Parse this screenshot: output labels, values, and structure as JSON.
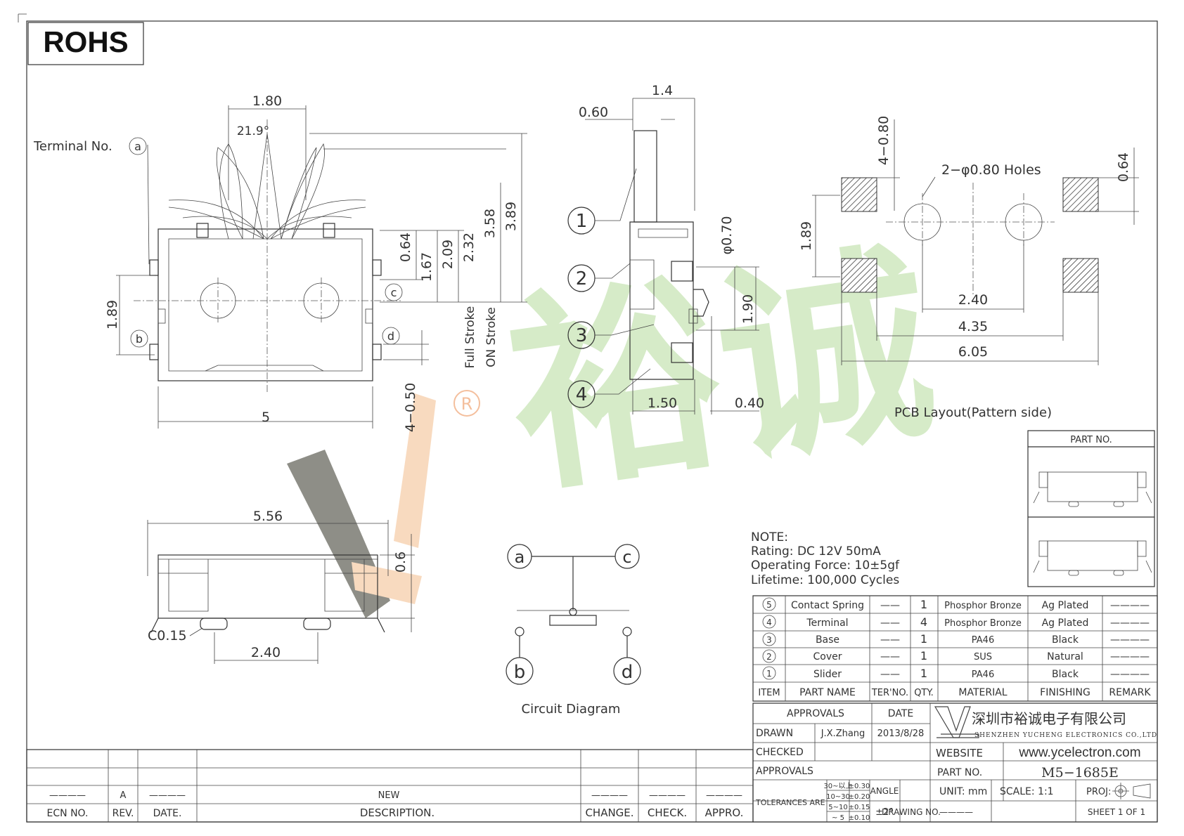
{
  "rohs_label": "ROHS",
  "top_view": {
    "terminal_no": "Terminal No.",
    "term_a": "a",
    "term_b": "b",
    "term_c": "c",
    "term_d": "d",
    "angle": "21.9°",
    "dims": {
      "w180": "1.80",
      "h064": "0.64",
      "h167": "1.67",
      "h209": "2.09",
      "h232": "2.32",
      "h358": "3.58",
      "h389": "3.89",
      "h189": "1.89",
      "w5": "5",
      "h450": "4−0.50"
    },
    "full_stroke": "Full Stroke",
    "on_stroke": "ON Stroke"
  },
  "side_view": {
    "dims": {
      "w14": "1.4",
      "w060": "0.60",
      "phi070": "φ0.70",
      "h190": "1.90",
      "w150": "1.50",
      "w040": "0.40"
    },
    "callouts": [
      "1",
      "2",
      "3",
      "4"
    ]
  },
  "pcb_layout": {
    "d480": "4−0.80",
    "holes": "2−φ0.80  Holes",
    "d064": "0.64",
    "d189": "1.89",
    "d240": "2.40",
    "d435": "4.35",
    "d605": "6.05",
    "title": "PCB  Layout(Pattern  side)"
  },
  "front_view": {
    "w556": "5.56",
    "h06": "0.6",
    "c015": "C0.15",
    "w240": "2.40"
  },
  "circuit": {
    "a": "a",
    "c": "c",
    "b": "b",
    "d": "d",
    "title": "Circuit  Diagram"
  },
  "notes": [
    "NOTE:",
    "Rating:  DC  12V  50mA",
    "Operating  Force:  10±5gf",
    "Lifetime:     100,000  Cycles"
  ],
  "part_no_box": {
    "title": "PART NO."
  },
  "bom": {
    "rows": [
      {
        "item": "5",
        "name": "Contact Spring",
        "ter": "——",
        "qty": "1",
        "material": "Phosphor Bronze",
        "finish": "Ag Plated",
        "remark": "————"
      },
      {
        "item": "4",
        "name": "Terminal",
        "ter": "——",
        "qty": "4",
        "material": "Phosphor Bronze",
        "finish": "Ag Plated",
        "remark": "————"
      },
      {
        "item": "3",
        "name": "Base",
        "ter": "——",
        "qty": "1",
        "material": "PA46",
        "finish": "Black",
        "remark": "————"
      },
      {
        "item": "2",
        "name": "Cover",
        "ter": "——",
        "qty": "1",
        "material": "SUS",
        "finish": "Natural",
        "remark": "————"
      },
      {
        "item": "1",
        "name": "Slider",
        "ter": "——",
        "qty": "1",
        "material": "PA46",
        "finish": "Black",
        "remark": "————"
      }
    ],
    "header": {
      "item": "ITEM",
      "name": "PART  NAME",
      "ter": "TER'NO.",
      "qty": "QTY.",
      "material": "MATERIAL",
      "finish": "FINISHING",
      "remark": "REMARK"
    }
  },
  "title_block": {
    "approvals": "APPROVALS",
    "date": "DATE",
    "drawn": "DRAWN",
    "drawn_by": "J.X.Zhang",
    "drawn_date": "2013/8/28",
    "checked": "CHECKED",
    "approvals2": "APPROVALS",
    "company_cn": "深圳市裕诚电子有限公司",
    "company_en": "SHENZHEN YUCHENG ELECTRONICS CO.,LTD",
    "website_label": "WEBSITE",
    "website": "www.ycelectron.com",
    "part_no_label": "PART  NO.",
    "part_no": "M5−1685E",
    "tolerances": "TOLERANCES  ARE",
    "tol_rows": [
      [
        "30~以上",
        "±0.30"
      ],
      [
        "10~30",
        "±0.20"
      ],
      [
        "5~10",
        "±0.15"
      ],
      [
        "~ 5",
        "±0.10"
      ]
    ],
    "angle": "ANGLE",
    "angle_val": "±2°",
    "unit": "UNIT:  mm",
    "scale": "SCALE:    1:1",
    "proj": "PROJ:",
    "drawing_no": "DRAWING  NO.",
    "drawing_no_val": "————",
    "sheet": "SHEET    1  OF  1"
  },
  "revision": {
    "row_vals": {
      "ecn": "————",
      "rev": "A",
      "date": "————",
      "desc": "NEW",
      "change": "————",
      "check": "————",
      "appro": "————"
    },
    "headers": {
      "ecn": "ECN  NO.",
      "rev": "REV.",
      "date": "DATE.",
      "desc": "DESCRIPTION.",
      "change": "CHANGE.",
      "check": "CHECK.",
      "appro": "APPRO."
    }
  },
  "watermark": {
    "text": "裕诚",
    "reg": "R"
  }
}
